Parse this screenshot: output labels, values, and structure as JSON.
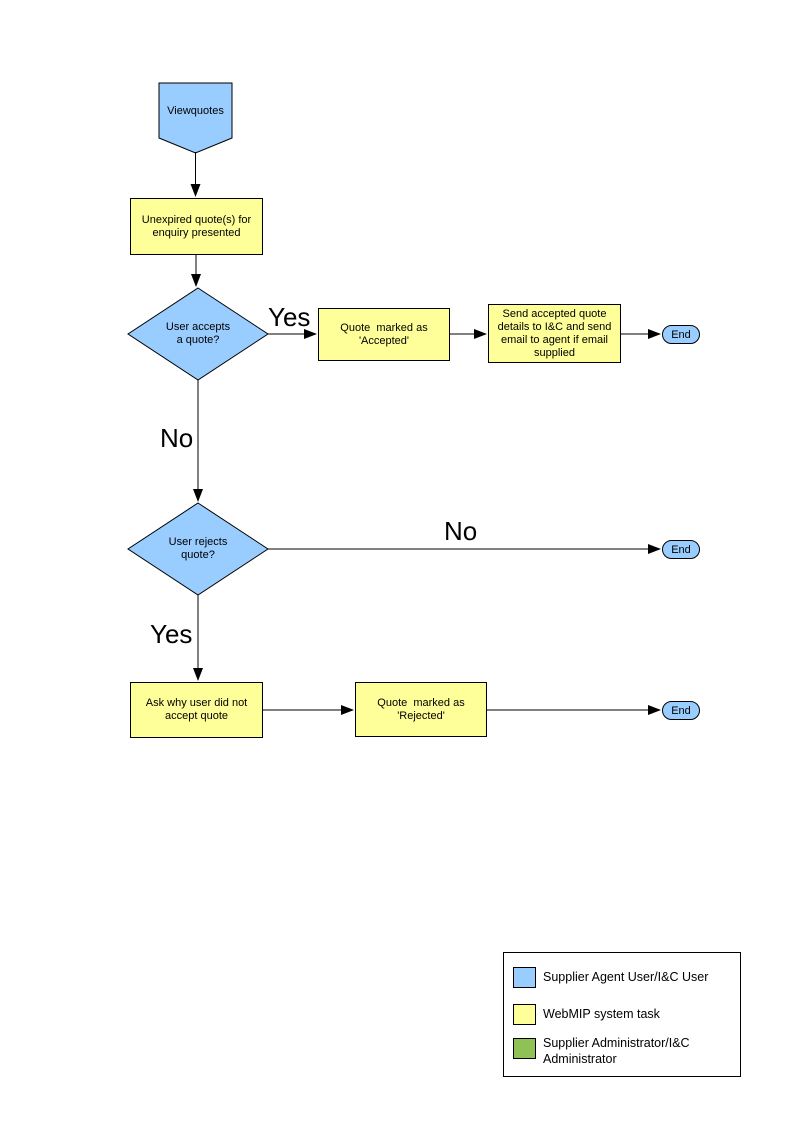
{
  "diagram": {
    "nodes": {
      "viewquotes": {
        "label": "Viewquotes"
      },
      "unexpired": {
        "label": "Unexpired quote(s) for\nenquiry presented"
      },
      "user_accepts": {
        "label": "User accepts\na quote?"
      },
      "marked_accepted": {
        "label": "Quote  marked as\n'Accepted'"
      },
      "send_details": {
        "label": "Send accepted quote\ndetails to I&C and send\nemail to agent if email\nsupplied"
      },
      "end_accept": {
        "label": "End"
      },
      "user_rejects": {
        "label": "User rejects\nquote?"
      },
      "end_reject_no": {
        "label": "End"
      },
      "ask_why": {
        "label": "Ask why user did not\naccept quote"
      },
      "marked_rejected": {
        "label": "Quote  marked as\n'Rejected'"
      },
      "end_rejected": {
        "label": "End"
      }
    },
    "edge_labels": {
      "accept_yes": "Yes",
      "accept_no": "No",
      "reject_no": "No",
      "reject_yes": "Yes"
    },
    "colors": {
      "user_task": "#99CCFF",
      "system_task": "#FFFF99",
      "admin_task": "#8FC254",
      "line": "#000000"
    },
    "legend": {
      "items": [
        {
          "label": "Supplier Agent User/I&C User"
        },
        {
          "label": "WebMIP system task"
        },
        {
          "label": "Supplier Administrator/I&C\nAdministrator"
        }
      ]
    }
  }
}
